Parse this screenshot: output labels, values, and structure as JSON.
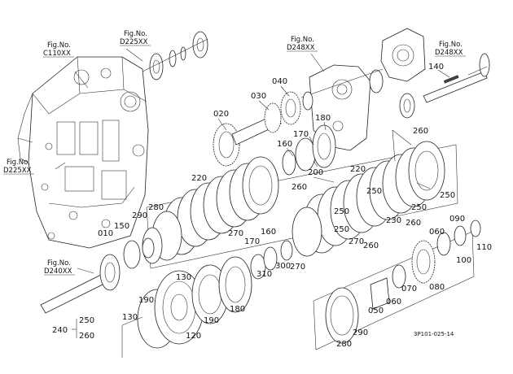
{
  "doc_code": "3P101-025-14",
  "fig_refs": [
    {
      "id": "c110",
      "line1": "Fig.No.",
      "line2": "C110XX"
    },
    {
      "id": "d225-top",
      "line1": "Fig.No.",
      "line2": "D225XX"
    },
    {
      "id": "d248-a",
      "line1": "Fig.No.",
      "line2": "D248XX"
    },
    {
      "id": "d248-b",
      "line1": "Fig.No.",
      "line2": "D248XX"
    },
    {
      "id": "d225-left",
      "line1": "Fig.No.",
      "line2": "D225XX"
    },
    {
      "id": "d240",
      "line1": "Fig.No.",
      "line2": "D240XX"
    }
  ],
  "parts": [
    "020",
    "030",
    "040",
    "140",
    "160",
    "170",
    "180",
    "200",
    "220",
    "260",
    "250",
    "230",
    "270",
    "280",
    "290",
    "150",
    "010",
    "120",
    "130",
    "190",
    "300",
    "310",
    "060",
    "070",
    "080",
    "050",
    "090",
    "100",
    "110",
    "240"
  ],
  "kit": {
    "parent": "240",
    "children": [
      "250",
      "260"
    ]
  }
}
